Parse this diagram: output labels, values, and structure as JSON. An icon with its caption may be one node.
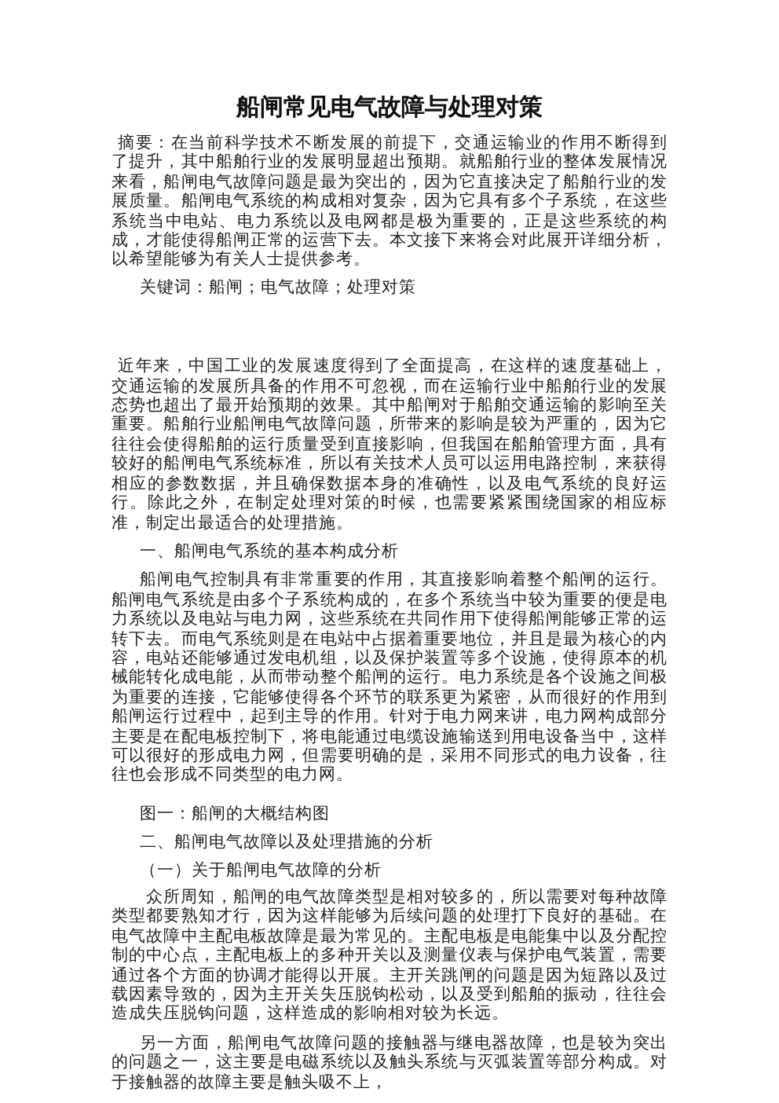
{
  "diagram": {
    "title": "船闸常见电气故障与处理对策",
    "labels": [
      "摘要：在当前科学技术不断发展的前提下，交通运输业的作用不断得到了提升，其中船舶行业的发展明显超出预期。就船舶行业的整体发展情况来看，船闸电气故障问题是最为突出的，因为它直接决定了船舶行业的发展质量。船闸电气系统的构成相对复杂，因为它具有多个子系统，在这些系统当中电站、电力系统以及电网都是极为重要的，正是这些系统的构成，才能使得船闸正常的运营下去。本文接下来将会对此展开详细分析，以希望能够为有关人士提供参考。",
      "关键词：船闸；电气故障；处理对策",
      "近年来，中国工业的发展速度得到了全面提高，在这样的速度基础上，交通运输的发展所具备的作用不可忽视，而在运输行业中船舶行业的发展态势也超出了最开始预期的效果。其中船闸对于船舶交通运输的影响至关重要。船舶行业船闸电气故障问题，所带来的影响是较为严重的，因为它往往会使得船舶的运行质量受到直接影响，但我国在船舶管理方面，具有较好的船闸电气系统标准，所以有关技术人员可以运用电路控制，来获得相应的参数数据，并且确保数据本身的准确性，以及电气系统的良好运行。除此之外，在制定处理对策的时候，也需要紧紧围绕国家的相应标准，制定出最适合的处理措施。",
      "一、船闸电气系统的基本构成分析",
      "船闸电气控制具有非常重要的作用，其直接影响着整个船闸的运行。船闸电气系统是由多个子系统构成的，在多个系统当中较为重要的便是电力系统以及电站与电力网，这些系统在共同作用下使得船闸能够正常的运转下去。而电气系统则是在电站中占据着重要地位，并且是最为核心的内容，电站还能够通过发电机组，以及保护装置等多个设施，使得原本的机械能转化成电能，从而带动整个船闸的运行。电力系统是各个设施之间极为重要的连接，它能够使得各个环节的联系更为紧密，从而很好的作用到船闸运行过程中，起到主导的作用。针对于电力网来讲，电力网构成部分主要是在配电板控制下，将电能通过电缆设施输送到用电设备当中，这样可以很好的形成电力网，但需要明确的是，采用不同形式的电力设备，往往也会形成不同类型的电力网。",
      "图一：船闸的大概结构图",
      "二、船闸电气故障以及处理措施的分析",
      "（一）关于船闸电气故障的分析",
      "众所周知，船闸的电气故障类型是相对较多的，所以需要对每种故障类型都要熟知才行，因为这样能够为后续问题的处理打下良好的基础。在电气故障中主配电板故障是最为常见的。主配电板是电能集中以及分配控制的中心点，主配电板上的多种开关以及测量仪表与保护电气装置，需要通过各个方面的协调才能得以开展。主开关跳闸的问题是因为短路以及过载因素导致的，因为主开关失压脱钩松动，以及受到船舶的振动，往往会造成失压脱钩问题，这样造成的影响相对较为长远。",
      "另一方面，船闸电气故障问题的接触器与继电器故障，也是较为突出的问题之一，这主要是电磁系统以及触头系统与灭弧装置等部分构成。对于接触器的故障主要是触头吸不上，"
    ]
  }
}
